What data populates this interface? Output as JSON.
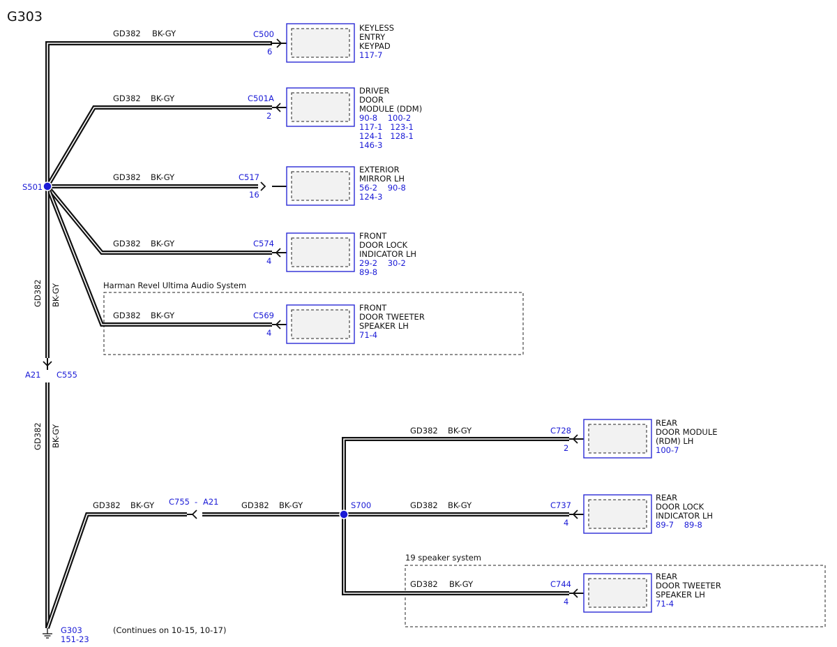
{
  "title": "G303",
  "splices": {
    "s501": "S501",
    "s700": "S700"
  },
  "wires": {
    "w_c500": {
      "circuit": "GD382",
      "color": "BK-GY"
    },
    "w_c501a": {
      "circuit": "GD382",
      "color": "BK-GY"
    },
    "w_c517": {
      "circuit": "GD382",
      "color": "BK-GY"
    },
    "w_c574": {
      "circuit": "GD382",
      "color": "BK-GY"
    },
    "w_c569": {
      "circuit": "GD382",
      "color": "BK-GY"
    },
    "w_down_upper": {
      "circuit": "GD382",
      "color": "BK-GY"
    },
    "w_down_lower": {
      "circuit": "GD382",
      "color": "BK-GY"
    },
    "w_lower_left": {
      "circuit": "GD382",
      "color": "BK-GY"
    },
    "w_lower_mid": {
      "circuit": "GD382",
      "color": "BK-GY"
    },
    "w_c728": {
      "circuit": "GD382",
      "color": "BK-GY"
    },
    "w_c737": {
      "circuit": "GD382",
      "color": "BK-GY"
    },
    "w_c744": {
      "circuit": "GD382",
      "color": "BK-GY"
    }
  },
  "connectors": {
    "c500": {
      "id": "C500",
      "pin": "6"
    },
    "c501a": {
      "id": "C501A",
      "pin": "2"
    },
    "c517": {
      "id": "C517",
      "pin": "16"
    },
    "c574": {
      "id": "C574",
      "pin": "4"
    },
    "c569": {
      "id": "C569",
      "pin": "4"
    },
    "c555": {
      "id": "C555",
      "pin": "A21"
    },
    "c755": {
      "id": "C755",
      "sep": "-",
      "pin": "A21"
    },
    "c728": {
      "id": "C728",
      "pin": "2"
    },
    "c737": {
      "id": "C737",
      "pin": "4"
    },
    "c744": {
      "id": "C744",
      "pin": "4"
    }
  },
  "components": {
    "keypad": {
      "name": [
        "KEYLESS",
        "ENTRY",
        "KEYPAD"
      ],
      "refs": [
        "117-7"
      ]
    },
    "ddm": {
      "name": [
        "DRIVER",
        "DOOR",
        "MODULE (DDM)"
      ],
      "refs": [
        "90-8    100-2",
        "117-1   123-1",
        "124-1   128-1",
        "146-3"
      ]
    },
    "mirror": {
      "name": [
        "EXTERIOR",
        "MIRROR LH"
      ],
      "refs": [
        "56-2    90-8",
        "124-3"
      ]
    },
    "front_lock": {
      "name": [
        "FRONT",
        "DOOR LOCK",
        "INDICATOR LH"
      ],
      "refs": [
        "29-2    30-2",
        "89-8"
      ]
    },
    "front_tweeter": {
      "name": [
        "FRONT",
        "DOOR TWEETER",
        "SPEAKER LH"
      ],
      "refs": [
        "71-4"
      ]
    },
    "rdm": {
      "name": [
        "REAR",
        "DOOR MODULE",
        "(RDM) LH"
      ],
      "refs": [
        "100-7"
      ]
    },
    "rear_lock": {
      "name": [
        "REAR",
        "DOOR LOCK",
        "INDICATOR LH"
      ],
      "refs": [
        "89-7    89-8"
      ]
    },
    "rear_tweeter": {
      "name": [
        "REAR",
        "DOOR TWEETER",
        "SPEAKER LH"
      ],
      "refs": [
        "71-4"
      ]
    }
  },
  "options": {
    "harman": "Harman Revel Ultima Audio System",
    "speaker19": "19 speaker system"
  },
  "ground": {
    "id": "G303",
    "ref": "151-23"
  },
  "continues": "(Continues on 10-15, 10-17)"
}
